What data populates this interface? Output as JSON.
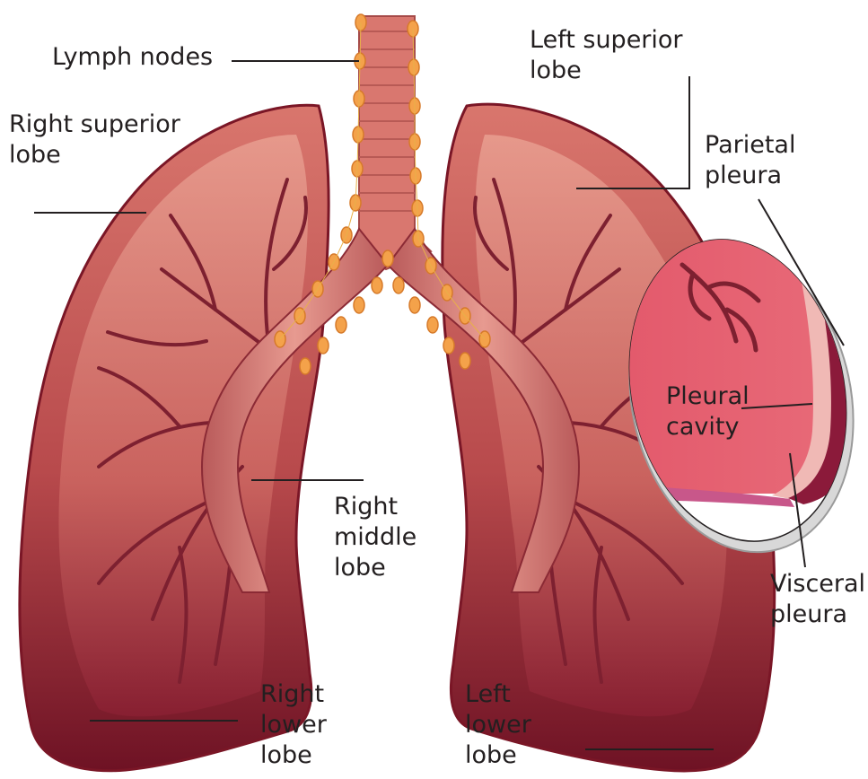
{
  "labels": {
    "lymph_nodes": "Lymph nodes",
    "right_superior_lobe": [
      "Right superior",
      "lobe"
    ],
    "left_superior_lobe": [
      "Left superior",
      "lobe"
    ],
    "parietal_pleura": [
      "Parietal",
      "pleura"
    ],
    "pleural_cavity": [
      "Pleural",
      "cavity"
    ],
    "right_middle_lobe": [
      "Right",
      "middle",
      "lobe"
    ],
    "visceral_pleura": [
      "Visceral",
      "pleura"
    ],
    "right_lower_lobe": [
      "Right",
      "lower",
      "lobe"
    ],
    "left_lower_lobe": [
      "Left",
      "lower",
      "lobe"
    ]
  },
  "colors": {
    "lung_light": "#e0877c",
    "lung_mid": "#c0574f",
    "lung_dark": "#7a1626",
    "lobe_highlight": "#e89a8c",
    "vessel": "#7d2030",
    "trachea": "#d9776f",
    "trachea_ring": "#b85a55",
    "lymph_node": "#f4a24a",
    "lymph_node_edge": "#d67a2a",
    "pleura_inner": "#e45466",
    "pleura_outer": "#8b1a3a",
    "leader_line": "#231f20"
  }
}
